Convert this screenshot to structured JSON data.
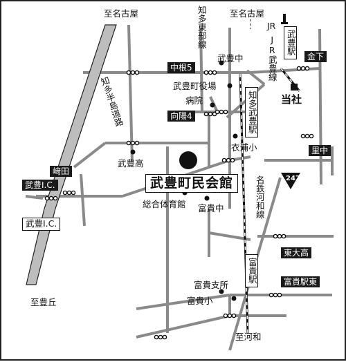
{
  "map": {
    "dest_north_left": "至名古屋",
    "dest_north_right": "至名古屋",
    "dest_southwest": "至豊丘",
    "dest_south": "至河和",
    "rail_chita": "知多東部線",
    "rail_jr": "JR武豊線",
    "rail_meitetsu": "名鉄河和線",
    "highway": "知多半島道路",
    "station_jr": "武豊駅",
    "station_chitataketoyo": "知多武豊駅",
    "station_tomiki": "富貴駅",
    "sign_kanashita": "金下",
    "sign_nakane5": "中根5",
    "sign_mukaiyo4": "向陽4",
    "sign_satonaka": "里中",
    "sign_sakiyoshi": "﨑田",
    "sign_taketoyo_ic_black": "武豊I.C.",
    "sign_taketoyo_ic_white": "武豊I.C.",
    "sign_higashitaka": "東大高",
    "sign_tomiki_east": "富貴駅東",
    "route_number": "247",
    "venue": "武豊町民会館",
    "poi_town_hall": "武豊町役場",
    "poi_hospital": "病院",
    "poi_jh_taketoyo": "武豊中",
    "poi_hs_taketoyo": "武豊高",
    "poi_kinuura_es": "衣浦小",
    "poi_gym": "総合体育館",
    "poi_jh_tomiki": "富貴中",
    "poi_tomiki_branch": "富貴支所",
    "poi_es_tomiki": "富貴小",
    "poi_shrine": "当社"
  }
}
